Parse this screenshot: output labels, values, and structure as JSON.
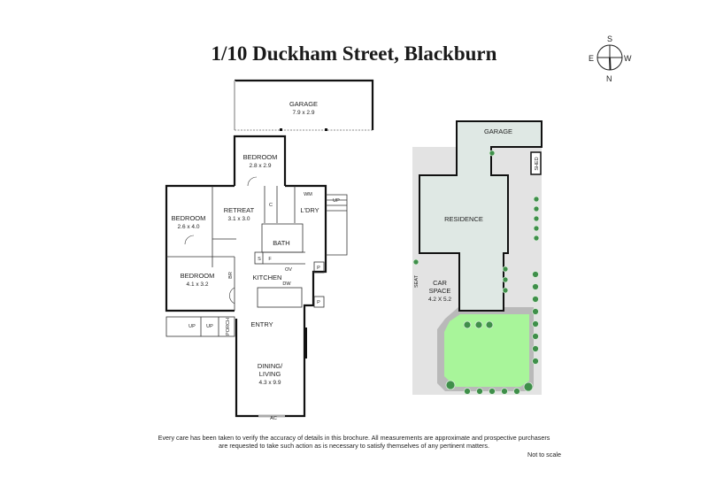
{
  "title": "1/10 Duckham Street, Blackburn",
  "compass": {
    "top": "S",
    "left": "E",
    "right": "W",
    "bottom": "N"
  },
  "floor_plan": {
    "rooms": [
      {
        "name": "GARAGE",
        "dims": "7.9 x 2.9"
      },
      {
        "name": "BEDROOM",
        "dims": "2.8 x 2.9"
      },
      {
        "name": "RETREAT",
        "dims": "3.1 x 3.0"
      },
      {
        "name": "BEDROOM",
        "dims": "2.6 x 4.0"
      },
      {
        "name": "L'DRY",
        "dims": ""
      },
      {
        "name": "BATH",
        "dims": ""
      },
      {
        "name": "BEDROOM",
        "dims": "4.1 x 3.2"
      },
      {
        "name": "KITCHEN",
        "dims": ""
      },
      {
        "name": "ENTRY",
        "dims": ""
      },
      {
        "name": "DINING/",
        "dims": ""
      },
      {
        "name": "LIVING",
        "dims": "4.3 x 9.9"
      }
    ],
    "fixtures": {
      "wm": "WM",
      "cupboard": "C",
      "up_stairs": "UP",
      "s": "S",
      "f": "F",
      "ov": "OV",
      "br": "BR",
      "dw": "DW",
      "pantry_1": "P",
      "pantry_2": "P",
      "porch": "PORCH",
      "up_1": "UP",
      "up_2": "UP",
      "ac": "AC"
    }
  },
  "site_plan": {
    "garage": "GARAGE",
    "shed": "SHED",
    "residence": "RESIDENCE",
    "seat": "SEAT",
    "car_space_1": "CAR",
    "car_space_2": "SPACE",
    "car_space_dims": "4.2 X 5.2",
    "colors": {
      "building": "#dfe8e4",
      "paving": "#e3e3e3",
      "lawn": "#a8f59a",
      "garden_bed": "#b9b9b9",
      "shrub": "#3f8f4a"
    }
  },
  "footer": {
    "disclaimer_line1": "Every care has been taken to verify the accuracy of details in this brochure.  All measurements are approximate and prospective purchasers",
    "disclaimer_line2": "are requested to take such action as is necessary to satisfy themselves of any pertinent matters.",
    "scale_note": "Not to scale"
  }
}
